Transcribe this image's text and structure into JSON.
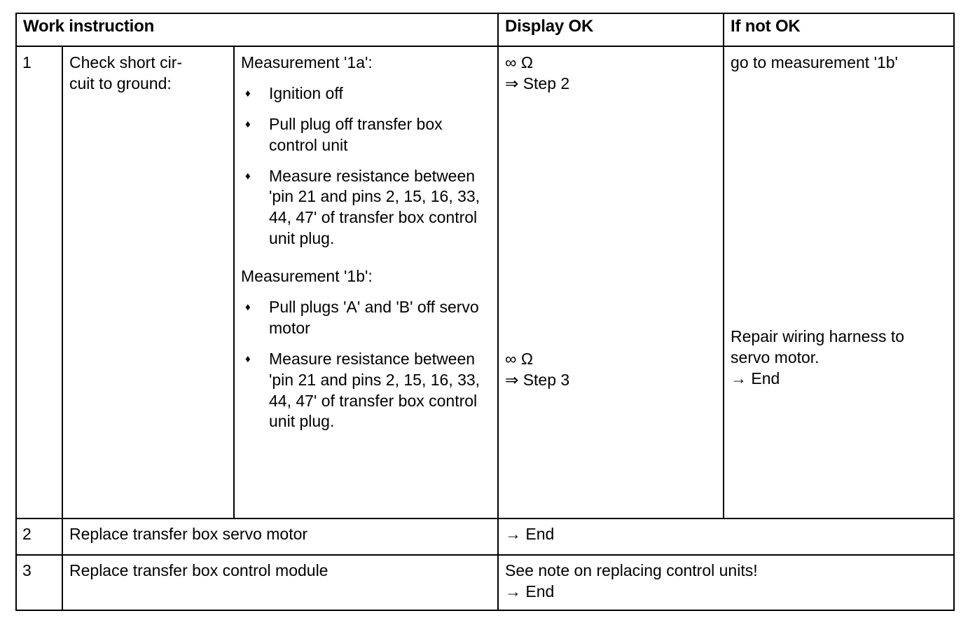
{
  "table": {
    "headers": {
      "col_num": "",
      "work_instruction": "Work instruction",
      "display_ok": "Display OK",
      "if_not_ok": "If not OK"
    },
    "bullet_glyph": "♦",
    "symbols": {
      "infinity": "∞",
      "ohm": "Ω",
      "double_arrow": "⇒",
      "single_arrow": "→"
    },
    "rows": [
      {
        "number": "1",
        "task": "Check short cir-\ncuit to ground:",
        "groups": [
          {
            "title": "Measurement '1a':",
            "bullets": [
              "Ignition off",
              "Pull plug off transfer box control unit",
              "Measure resistance between 'pin 21 and pins 2, 15, 16, 33, 44, 47' of transfer box control unit plug."
            ],
            "display_ok_value": "∞ Ω",
            "display_ok_next": "⇒ Step 2",
            "if_not_ok_text": "go to measurement '1b'",
            "if_not_ok_next": ""
          },
          {
            "title": "Measurement '1b':",
            "bullets": [
              "Pull plugs 'A' and 'B' off servo motor",
              "Measure resistance between 'pin 21 and pins 2, 15, 16, 33, 44, 47' of transfer box control unit plug."
            ],
            "display_ok_value": "∞ Ω",
            "display_ok_next": "⇒ Step 3",
            "if_not_ok_text": "Repair wiring harness to servo motor.",
            "if_not_ok_next": "→ End"
          }
        ]
      },
      {
        "number": "2",
        "task": "Replace transfer box servo motor",
        "result": "→ End",
        "result_note": ""
      },
      {
        "number": "3",
        "task": "Replace transfer box control module",
        "result": "See note on replacing control units!",
        "result_note": "→ End"
      }
    ]
  }
}
